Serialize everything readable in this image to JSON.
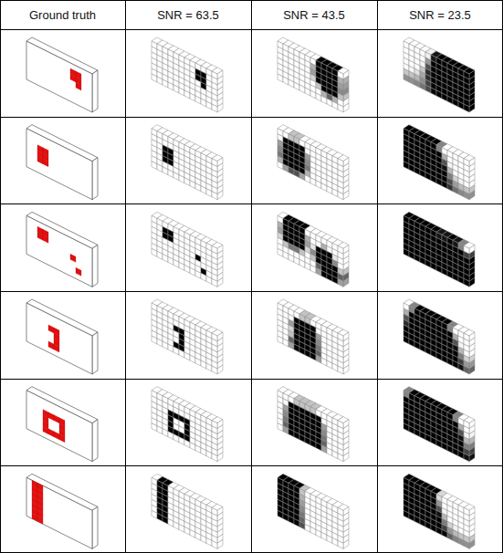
{
  "diagram": {
    "labels": [
      "Ground truth",
      "SNR = 63.5",
      "SNR = 43.5",
      "SNR = 23.5"
    ]
  }
}
